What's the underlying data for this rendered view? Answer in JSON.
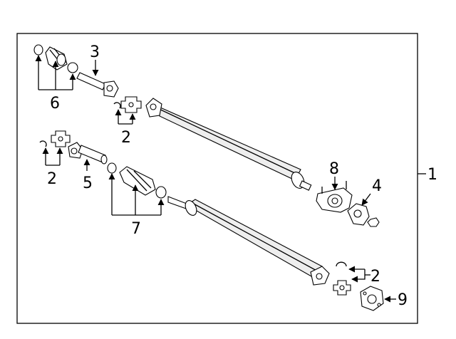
{
  "diagram": {
    "callouts": [
      {
        "id": "c1",
        "label": "1"
      },
      {
        "id": "c2a",
        "label": "2"
      },
      {
        "id": "c2b",
        "label": "2"
      },
      {
        "id": "c2c",
        "label": "2"
      },
      {
        "id": "c3",
        "label": "3"
      },
      {
        "id": "c4",
        "label": "4"
      },
      {
        "id": "c5",
        "label": "5"
      },
      {
        "id": "c6",
        "label": "6"
      },
      {
        "id": "c7",
        "label": "7"
      },
      {
        "id": "c8",
        "label": "8"
      },
      {
        "id": "c9",
        "label": "9"
      }
    ]
  }
}
